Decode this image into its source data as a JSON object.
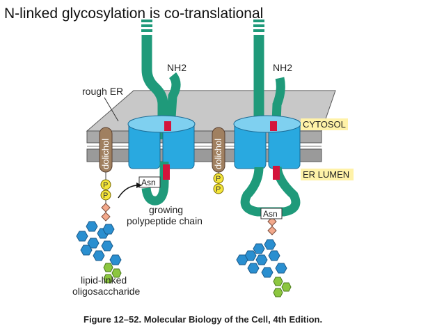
{
  "title": "N-linked glycosylation is co-translational",
  "caption": "Figure 12–52. Molecular Biology of the Cell, 4th Edition.",
  "labels": {
    "rough_er": "rough ER",
    "nh2_left": "NH2",
    "nh2_right": "NH2",
    "cytosol": "CYTOSOL",
    "er_lumen": "ER LUMEN",
    "dolichol_left": "dolichol",
    "dolichol_right": "dolichol",
    "asn_left": "Asn",
    "asn_right": "Asn",
    "phosphate": "P",
    "growing_line1": "growing",
    "growing_line2": "polypeptide chain",
    "lipid_line1": "lipid-linked",
    "lipid_line2": "oligosaccharide"
  },
  "colors": {
    "polypeptide": "#1f9a7a",
    "translocon": "#29a9e0",
    "translocon_dark": "#1b86c0",
    "membrane": "#a9a9a9",
    "highlight_label": "#fff2a8",
    "phosphate": "#f5e63a",
    "sugar_blue": "#2a8fd0",
    "sugar_green": "#8cc63f",
    "sugar_pink": "#f3a98c",
    "dolichol": "#a08060",
    "red_segment": "#d4143c"
  }
}
